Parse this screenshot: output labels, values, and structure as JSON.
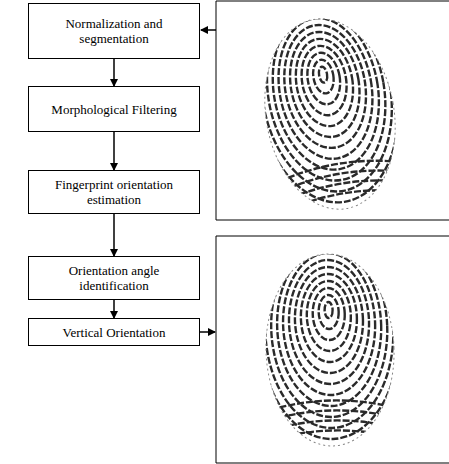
{
  "diagram": {
    "nodes": [
      {
        "text": [
          "Normalization and segmentation"
        ]
      },
      {
        "text": [
          "Morphological Filtering"
        ]
      },
      {
        "text": [
          "Fingerprint orientation estimation"
        ]
      },
      {
        "text": [
          "Orientation angle identification"
        ]
      },
      {
        "text": [
          "Vertical Orientation"
        ]
      }
    ],
    "edges": [
      {
        "from": 0,
        "to": 1,
        "arrow": "to"
      },
      {
        "from": 1,
        "to": 2,
        "arrow": "to"
      },
      {
        "from": 2,
        "to": 3,
        "arrow": "to"
      },
      {
        "from": 3,
        "to": 4,
        "arrow": "to"
      }
    ]
  }
}
